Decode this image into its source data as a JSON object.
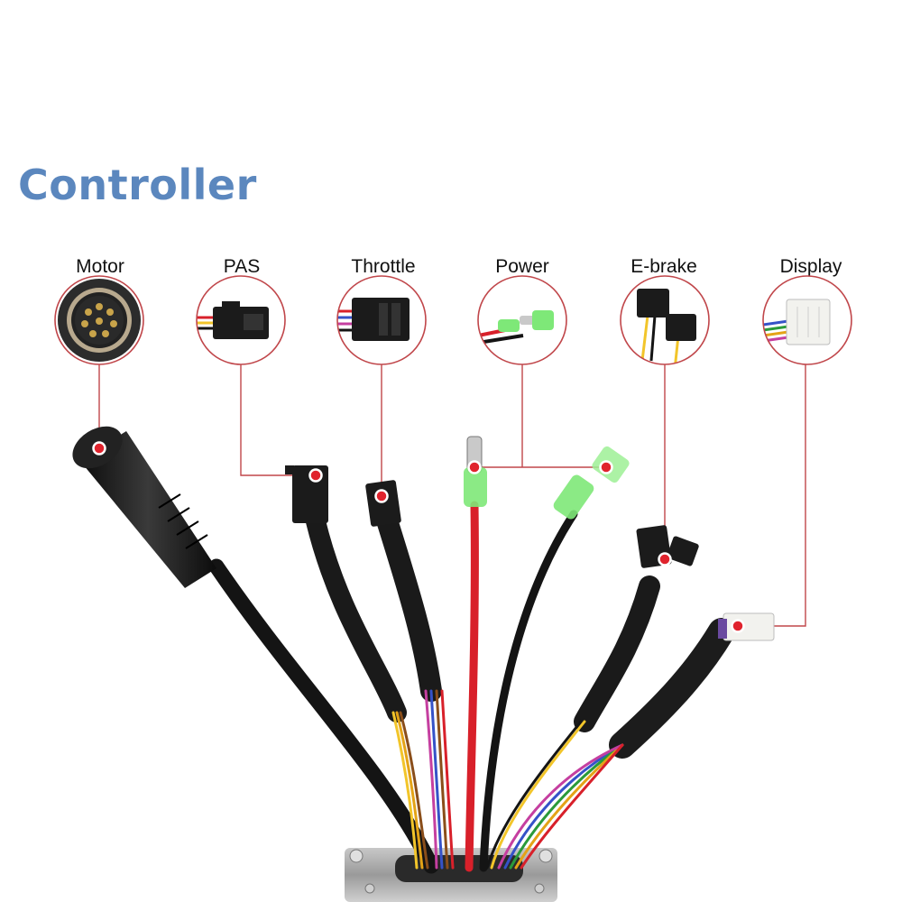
{
  "title": "Controller",
  "connectors": [
    {
      "id": "motor",
      "label": "Motor"
    },
    {
      "id": "pas",
      "label": "PAS"
    },
    {
      "id": "throttle",
      "label": "Throttle"
    },
    {
      "id": "power",
      "label": "Power"
    },
    {
      "id": "ebrake",
      "label": "E-brake"
    },
    {
      "id": "display",
      "label": "Display"
    }
  ],
  "colors": {
    "title": "#5b87be",
    "callout_line": "#c0464a",
    "cable": "#151515",
    "red_wire": "#d8202a",
    "power_terminal": "#6fe06a",
    "display_plug": "#f2f2ee"
  },
  "icons": [
    "motor-connector-icon",
    "pas-connector-icon",
    "throttle-connector-icon",
    "power-connector-icon",
    "ebrake-connector-icon",
    "display-connector-icon"
  ]
}
